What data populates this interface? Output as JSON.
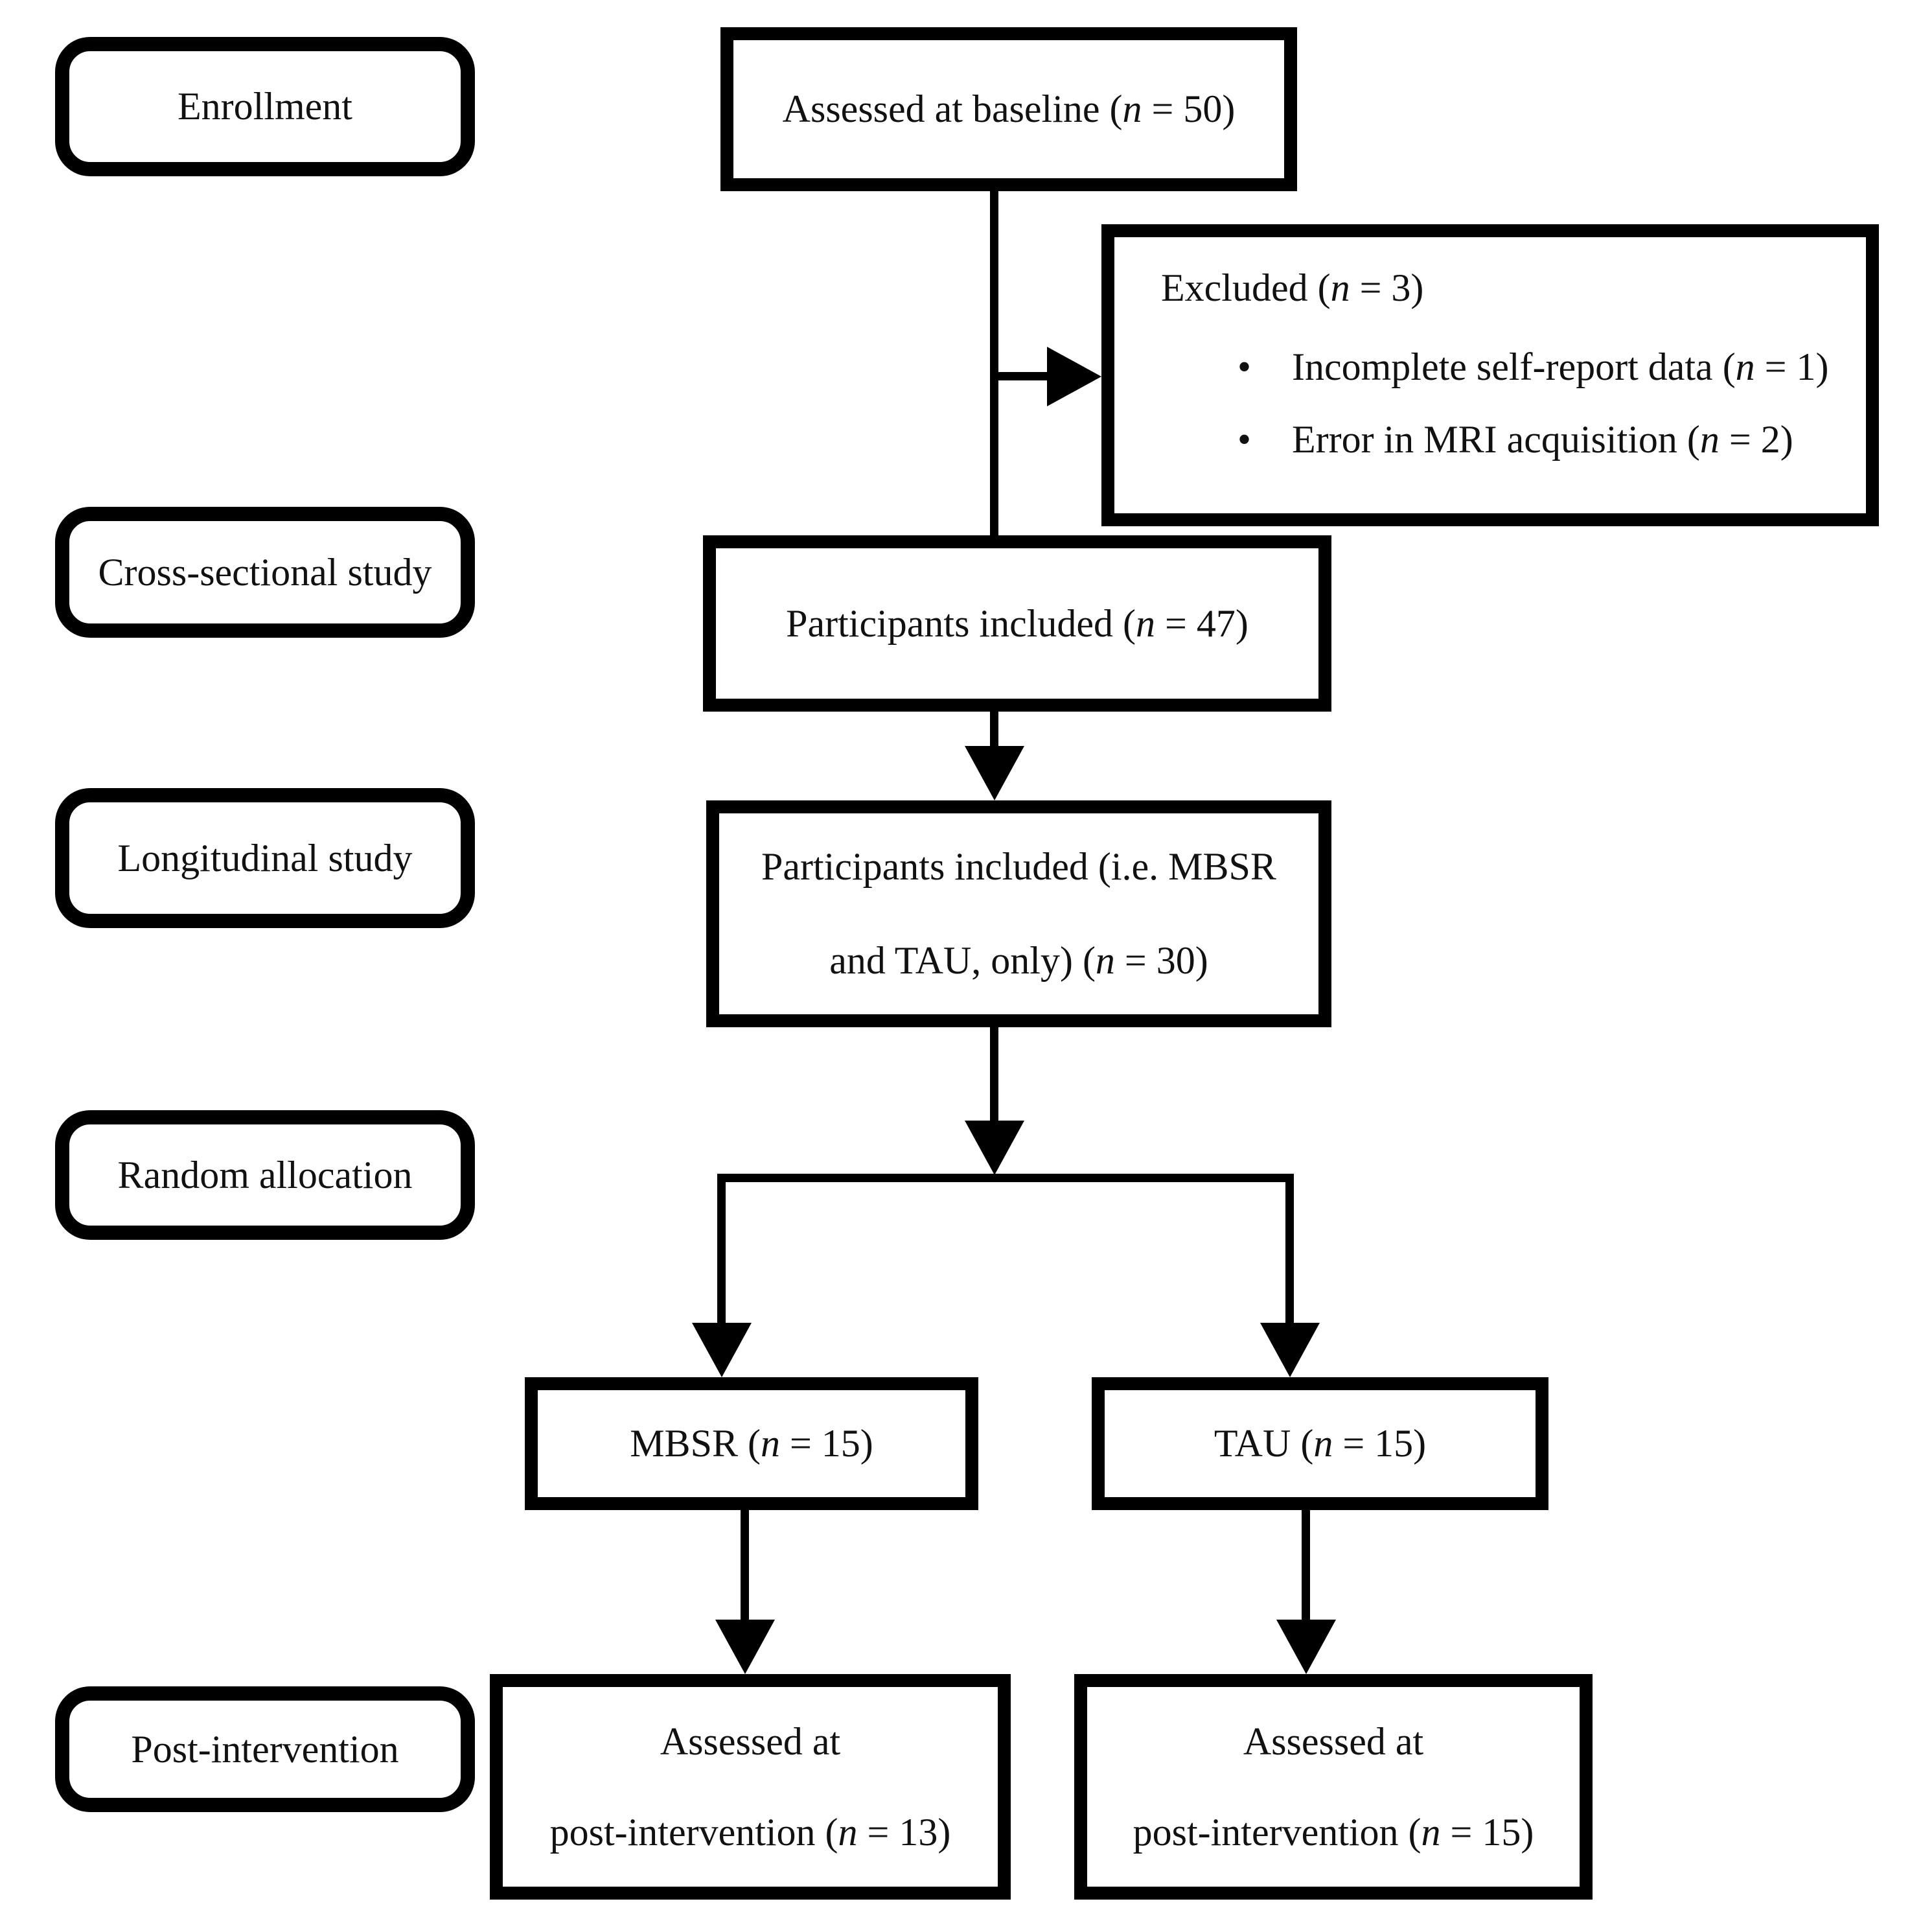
{
  "diagram_type": "study-flow-diagram",
  "stages": [
    {
      "id": "enrollment",
      "label": "Enrollment"
    },
    {
      "id": "cross-sectional-study",
      "label": "Cross-sectional study"
    },
    {
      "id": "longitudinal-study",
      "label": "Longitudinal study"
    },
    {
      "id": "random-allocation",
      "label": "Random allocation"
    },
    {
      "id": "post-intervention",
      "label": "Post-intervention"
    }
  ],
  "nodes": {
    "assessed_baseline": {
      "text": [
        {
          "t": "Assessed at baseline ("
        },
        {
          "t": "n",
          "i": true
        },
        {
          "t": " = 50)"
        }
      ]
    },
    "excluded": {
      "title": [
        {
          "t": "Excluded ("
        },
        {
          "t": "n",
          "i": true
        },
        {
          "t": " = 3)"
        }
      ],
      "bullets": [
        {
          "text": [
            {
              "t": "Incomplete self-report data ("
            },
            {
              "t": "n",
              "i": true
            },
            {
              "t": " = 1)"
            }
          ]
        },
        {
          "text": [
            {
              "t": "Error in MRI acquisition ("
            },
            {
              "t": "n",
              "i": true
            },
            {
              "t": " = 2)"
            }
          ]
        }
      ]
    },
    "included_cross_sectional": {
      "text": [
        {
          "t": "Participants included ("
        },
        {
          "t": "n",
          "i": true
        },
        {
          "t": " = 47)"
        }
      ]
    },
    "included_longitudinal": {
      "line1": [
        {
          "t": "Participants included (i.e. MBSR"
        }
      ],
      "line2": [
        {
          "t": "and TAU, only) ("
        },
        {
          "t": "n",
          "i": true
        },
        {
          "t": " = 30)"
        }
      ]
    },
    "mbsr": {
      "text": [
        {
          "t": "MBSR ("
        },
        {
          "t": "n",
          "i": true
        },
        {
          "t": " = 15)"
        }
      ]
    },
    "tau": {
      "text": [
        {
          "t": "TAU ("
        },
        {
          "t": "n",
          "i": true
        },
        {
          "t": " = 15)"
        }
      ]
    },
    "post_mbsr": {
      "line1": [
        {
          "t": "Assessed at"
        }
      ],
      "line2": [
        {
          "t": "post-intervention ("
        },
        {
          "t": "n",
          "i": true
        },
        {
          "t": " = 13)"
        }
      ]
    },
    "post_tau": {
      "line1": [
        {
          "t": "Assessed at"
        }
      ],
      "line2": [
        {
          "t": "post-intervention ("
        },
        {
          "t": "n",
          "i": true
        },
        {
          "t": " = 15)"
        }
      ]
    }
  },
  "counts": {
    "assessed_baseline": 50,
    "excluded_total": 3,
    "excluded_incomplete_self_report": 1,
    "excluded_mri_acquisition_error": 2,
    "included_cross_sectional": 47,
    "included_longitudinal": 30,
    "allocated_mbsr": 15,
    "allocated_tau": 15,
    "post_intervention_mbsr": 13,
    "post_intervention_tau": 15
  },
  "glyphs": {
    "bullet": "•"
  },
  "colors": {
    "background": "#ffffff",
    "line": "#000000",
    "border": "#000000",
    "text": "#111111"
  }
}
